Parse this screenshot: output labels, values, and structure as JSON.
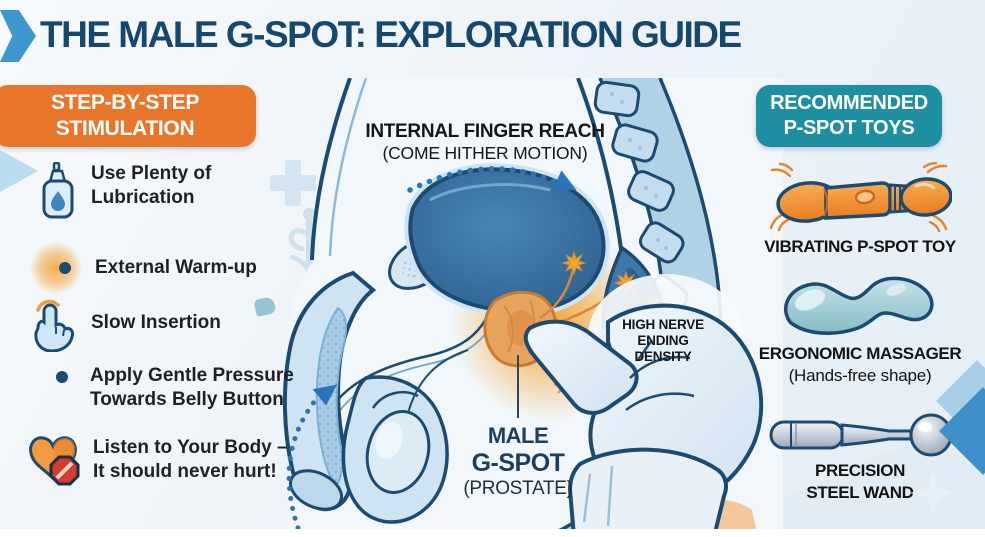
{
  "title": "THE MALE G-SPOT: EXPLORATION GUIDE",
  "colors": {
    "accent_orange": "#E7762B",
    "accent_teal": "#1E8FA0",
    "title_navy": "#16486E",
    "outline_navy": "#1C4A71",
    "arrow_blue": "#2B74BA",
    "glow_orange": "#F5A42C"
  },
  "left_panel": {
    "header": {
      "line1": "STEP-BY-STEP",
      "line2": "STIMULATION"
    },
    "items": [
      {
        "icon": "lube-bottle-icon",
        "line1": "Use Plenty of",
        "line2": "Lubrication"
      },
      {
        "icon": "warmup-glow-icon",
        "line1": "External Warm-up",
        "line2": ""
      },
      {
        "icon": "pointing-hand-icon",
        "line1": "Slow Insertion",
        "line2": ""
      },
      {
        "icon": "bullet-dot-icon",
        "line1": "Apply Gentle Pressure",
        "line2": "Towards Belly Button"
      },
      {
        "icon": "heart-caution-icon",
        "line1": "Listen to Your Body –",
        "line2": "It should never hurt!"
      }
    ]
  },
  "diagram": {
    "finger_reach": {
      "line1": "INTERNAL FINGER REACH",
      "line2": "(COME HITHER MOTION)"
    },
    "nerve_density": {
      "line1": "HIGH NERVE",
      "line2": "ENDING",
      "line3": "DENSITY"
    },
    "gspot": {
      "line1": "MALE",
      "line2": "G-SPOT",
      "line3": "(PROSTATE)"
    }
  },
  "right_panel": {
    "header": {
      "line1": "RECOMMENDED",
      "line2": "P-SPOT TOYS"
    },
    "toys": [
      {
        "icon": "vibrating-wand-illustration",
        "line1": "VIBRATING P-SPOT TOY",
        "line2": ""
      },
      {
        "icon": "ergonomic-massager-illustration",
        "line1": "ERGONOMIC MASSAGER",
        "line2": "(Hands-free shape)"
      },
      {
        "icon": "steel-wand-illustration",
        "line1": "PRECISION",
        "line2": "STEEL WAND"
      }
    ]
  },
  "decorative_icons": [
    "arrow-chevron-icon",
    "plus-icon",
    "caduceus-icon",
    "diamond-icon",
    "sparkle-icon",
    "starburst-icon",
    "dotted-arrow-icon"
  ]
}
